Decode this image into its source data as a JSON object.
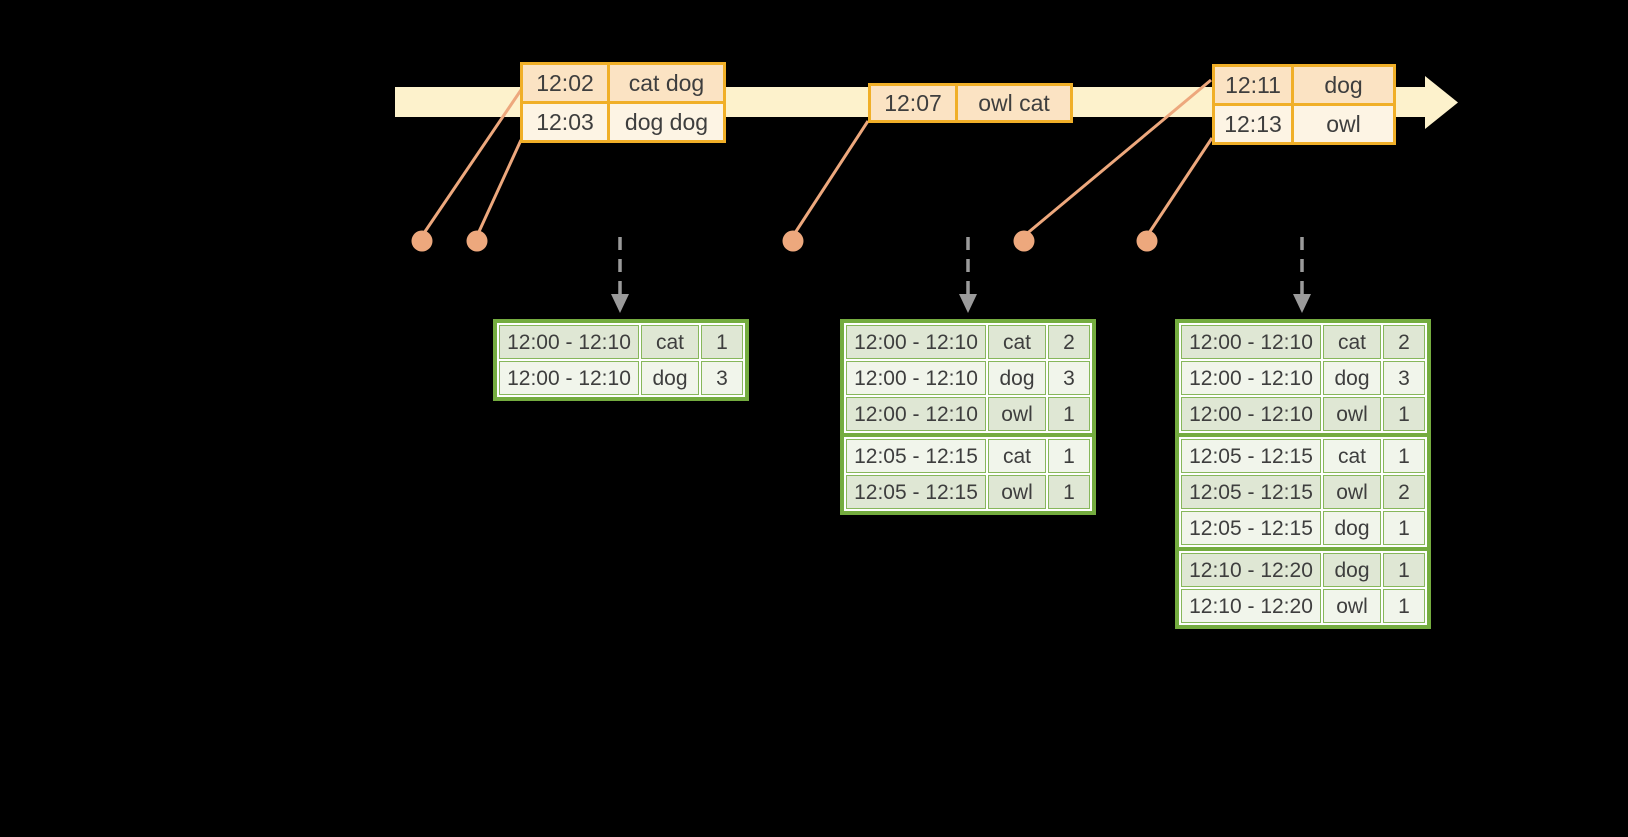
{
  "event_tables": [
    {
      "rows": [
        [
          "12:02",
          "cat dog"
        ],
        [
          "12:03",
          "dog dog"
        ]
      ]
    },
    {
      "rows": [
        [
          "12:07",
          "owl cat"
        ]
      ]
    },
    {
      "rows": [
        [
          "12:11",
          "dog"
        ],
        [
          "12:13",
          "owl"
        ]
      ]
    }
  ],
  "result_tables": [
    {
      "groups": [
        [
          [
            "12:00 - 12:10",
            "cat",
            "1"
          ],
          [
            "12:00 - 12:10",
            "dog",
            "3"
          ]
        ]
      ]
    },
    {
      "groups": [
        [
          [
            "12:00 - 12:10",
            "cat",
            "2"
          ],
          [
            "12:00 - 12:10",
            "dog",
            "3"
          ],
          [
            "12:00 - 12:10",
            "owl",
            "1"
          ]
        ],
        [
          [
            "12:05 - 12:15",
            "cat",
            "1"
          ],
          [
            "12:05 - 12:15",
            "owl",
            "1"
          ]
        ]
      ]
    },
    {
      "groups": [
        [
          [
            "12:00 - 12:10",
            "cat",
            "2"
          ],
          [
            "12:00 - 12:10",
            "dog",
            "3"
          ],
          [
            "12:00 - 12:10",
            "owl",
            "1"
          ]
        ],
        [
          [
            "12:05 - 12:15",
            "cat",
            "1"
          ],
          [
            "12:05 - 12:15",
            "owl",
            "2"
          ],
          [
            "12:05 - 12:15",
            "dog",
            "1"
          ]
        ],
        [
          [
            "12:10 - 12:20",
            "dog",
            "1"
          ],
          [
            "12:10 - 12:20",
            "owl",
            "1"
          ]
        ]
      ]
    }
  ],
  "colors": {
    "background": "#000000",
    "timeline_band": "#FDF2CC",
    "event_table_border": "#F0AF28",
    "event_row_peach": "#FBE3C3",
    "event_row_cream": "#FDF4E4",
    "event_dot": "#EDA87D",
    "trigger_arrow_gray": "#9B9B9B",
    "result_table_border": "#74AC3F",
    "result_cell_border": "#87B75B",
    "result_row_sage": "#DFE7D4",
    "result_row_white": "#F1F5EB",
    "text": "#3E3E3E"
  }
}
